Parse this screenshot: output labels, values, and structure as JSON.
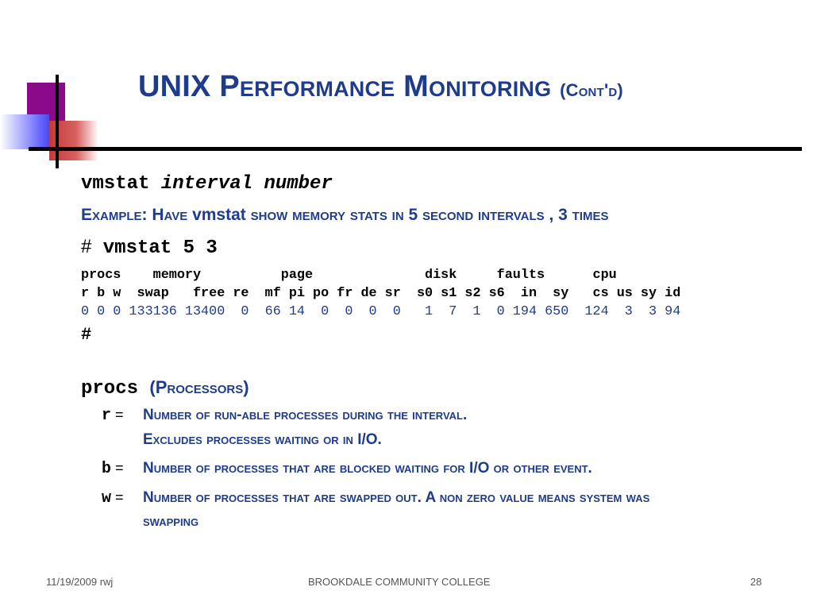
{
  "title": {
    "main": "UNIX Performance Monitoring",
    "sub": "(Cont'd)"
  },
  "command": {
    "name": "vmstat",
    "args": "interval number"
  },
  "example": {
    "label": "Example: Have",
    "cmd": "vmstat",
    "rest": "show memory stats in 5 second intervals , 3 times"
  },
  "prompt_command": {
    "hash": "#",
    "cmd": "vmstat 5 3"
  },
  "vmstat_output": {
    "header1": "procs    memory          page              disk     faults      cpu",
    "header2": "r b w  swap   free re  mf pi po fr de sr  s0 s1 s2 s6  in  sy   cs us sy id",
    "row": "0 0 0 133136 13400  0  66 14  0  0  0  0   1  7  1  0 194 650  124  3  3 94"
  },
  "second_prompt": "#",
  "procs_section": {
    "term": "procs",
    "label": "(Processors)",
    "items": [
      {
        "term": "r",
        "eq": "=",
        "def": [
          "Number of run-able processes during the interval.",
          "Excludes processes waiting or in I/O."
        ]
      },
      {
        "term": "b",
        "eq": "=",
        "def": [
          "Number of processes that are blocked waiting for I/O or other event."
        ]
      },
      {
        "term": "w",
        "eq": "=",
        "def": [
          "Number of processes that are swapped out. A non zero value means system was",
          "swapping"
        ]
      }
    ]
  },
  "footer": {
    "date": "11/19/2009 rwj",
    "center": "BROOKDALE COMMUNITY COLLEGE",
    "page": "28"
  },
  "colors": {
    "title": "#1f3c8c",
    "deco_purple": "#8a0a8a",
    "deco_red": "#c23a3a",
    "deco_blue": "#4b4bf0"
  }
}
